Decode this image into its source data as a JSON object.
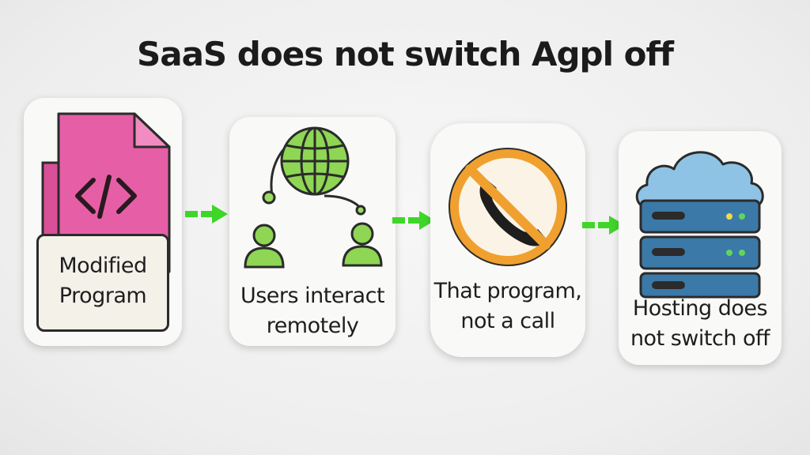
{
  "title": "SaaS does not switch Agpl off",
  "steps": [
    {
      "icon": "code-file-icon",
      "line1": "Modified",
      "line2": "Program",
      "color": "#e65fa6"
    },
    {
      "icon": "globe-users-icon",
      "line1": "Users interact",
      "line2": "remotely",
      "color": "#8ed654"
    },
    {
      "icon": "no-phone-call-icon",
      "line1": "That program,",
      "line2": "not a call",
      "color": "#f0a02e"
    },
    {
      "icon": "cloud-server-icon",
      "line1": "Hosting does",
      "line2": "not switch off",
      "color": "#3b79a8"
    }
  ],
  "arrow_color": "#3fd62a"
}
